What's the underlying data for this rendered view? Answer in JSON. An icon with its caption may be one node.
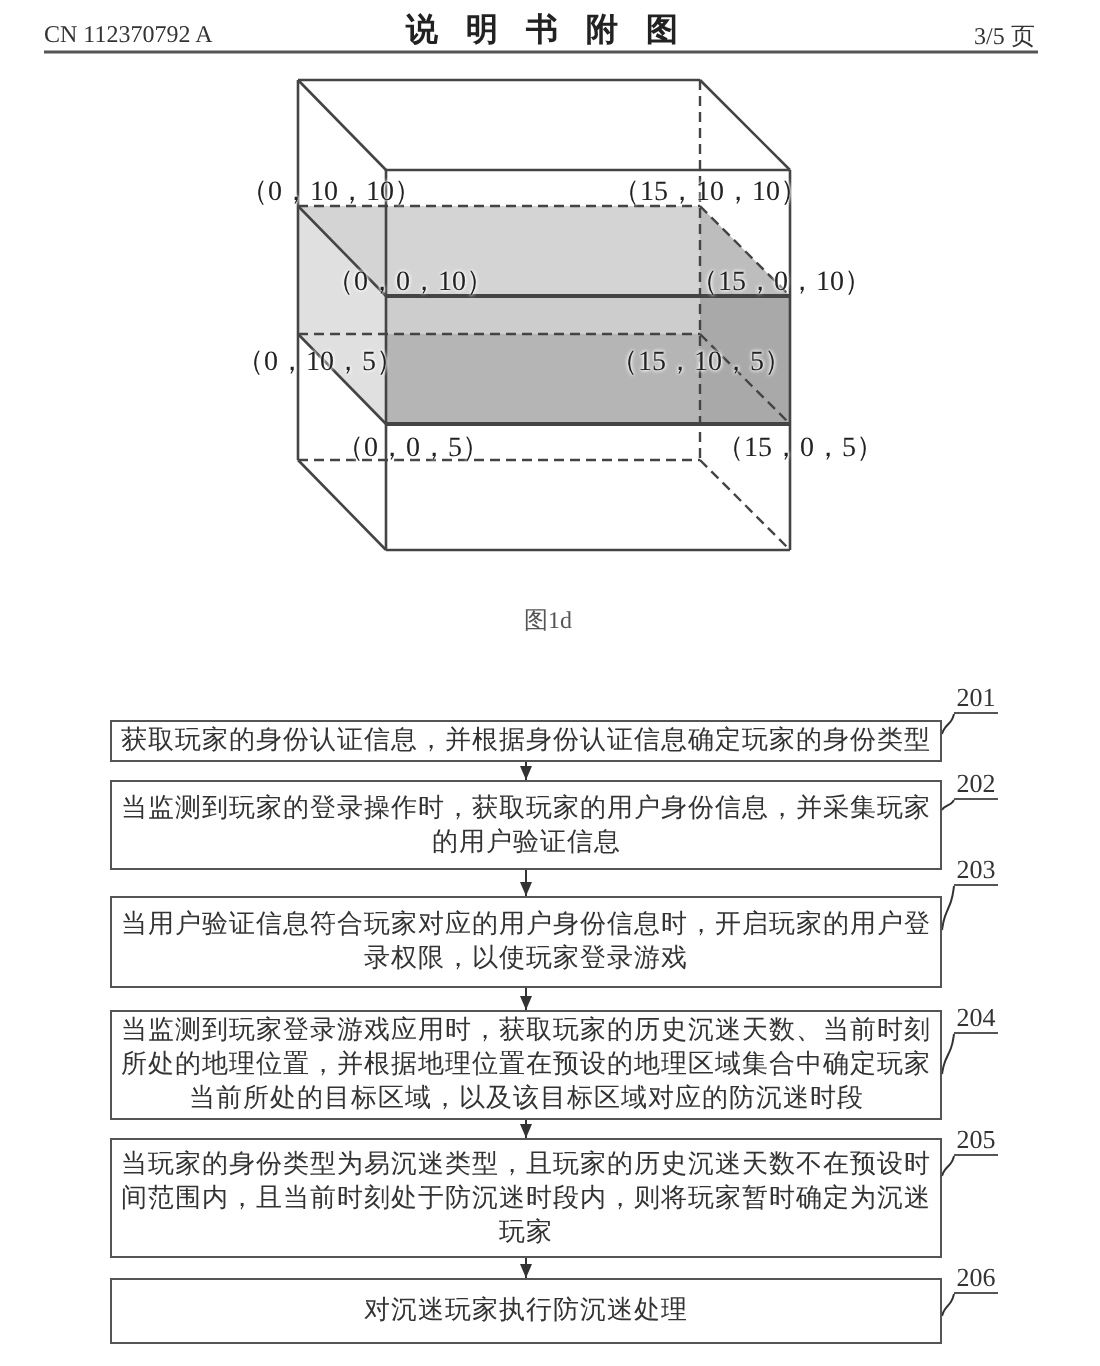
{
  "diagram": {
    "title": "说明书附图",
    "caption": "图1d",
    "nodes": [
      {
        "text": [
          "201"
        ]
      },
      {
        "text": [
          "获取玩家的身份认证信息，并根据身份认证信息确定玩家的身份类型"
        ]
      },
      {
        "text": [
          "202"
        ]
      },
      {
        "text": [
          "当监测到玩家的登录操作时，获取玩家的用户身份信息，并采集玩家的用户验证信息"
        ]
      },
      {
        "text": [
          "203"
        ]
      },
      {
        "text": [
          "当用户验证信息符合玩家对应的用户身份信息时，开启玩家的用户登录权限，以使玩家登录游戏"
        ]
      },
      {
        "text": [
          "204"
        ]
      },
      {
        "text": [
          "当监测到玩家登录游戏应用时，获取玩家的历史沉迷天数、当前时刻所处的地理位置，并根据地理位置在预设的地理区域集合中确定玩家当前所处的目标区域，以及该目标区域对应的防沉迷时段"
        ]
      },
      {
        "text": [
          "205"
        ]
      },
      {
        "text": [
          "当玩家的身份类型为易沉迷类型，且玩家的历史沉迷天数不在预设时间范围内，且当前时刻处于防沉迷时段内，则将玩家暂时确定为沉迷玩家"
        ]
      },
      {
        "text": [
          "206"
        ]
      },
      {
        "text": [
          "对沉迷玩家执行防沉迷处理"
        ]
      }
    ],
    "edges": [
      {
        "from": 1,
        "to": 3,
        "arrow": "to"
      },
      {
        "from": 3,
        "to": 5,
        "arrow": "to"
      },
      {
        "from": 5,
        "to": 7,
        "arrow": "to"
      },
      {
        "from": 7,
        "to": 9,
        "arrow": "to"
      },
      {
        "from": 9,
        "to": 11,
        "arrow": "to"
      },
      {
        "from": 0,
        "to": 1,
        "arrow": "none"
      },
      {
        "from": 2,
        "to": 3,
        "arrow": "none"
      },
      {
        "from": 4,
        "to": 5,
        "arrow": "none"
      },
      {
        "from": 6,
        "to": 7,
        "arrow": "none"
      },
      {
        "from": 8,
        "to": 9,
        "arrow": "none"
      },
      {
        "from": 10,
        "to": 11,
        "arrow": "none"
      }
    ],
    "labels": [
      "CN 112370792 A",
      "3/5 页",
      "（0，10，10）",
      "（15，10，10）",
      "（0，0，10）",
      "（15，0，10）",
      "（0，10，5）",
      "（15，10，5）",
      "（0，0，5）",
      "（15，0，5）"
    ]
  }
}
